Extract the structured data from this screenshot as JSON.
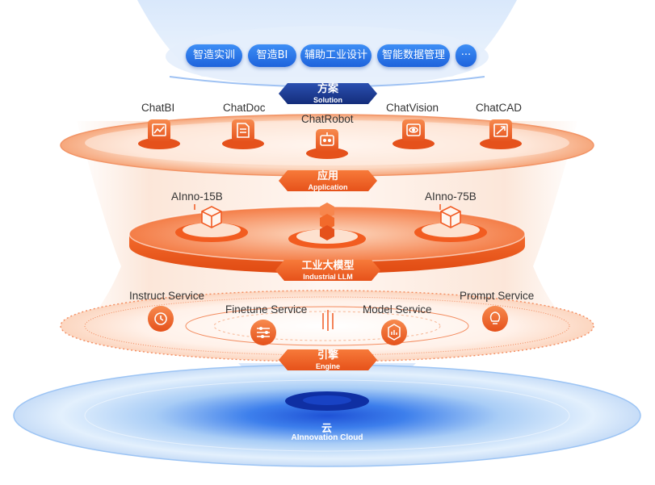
{
  "solution": {
    "pills": [
      "智造实训",
      "智造BI",
      "辅助工业设计",
      "智能数据管理",
      "···"
    ],
    "tag_zh": "方案",
    "tag_en": "Solution"
  },
  "application": {
    "apps": [
      {
        "name": "ChatBI",
        "icon": "chart-icon"
      },
      {
        "name": "ChatDoc",
        "icon": "document-icon"
      },
      {
        "name": "ChatRobot",
        "icon": "robot-icon"
      },
      {
        "name": "ChatVision",
        "icon": "eye-icon"
      },
      {
        "name": "ChatCAD",
        "icon": "cad-icon"
      }
    ],
    "tag_zh": "应用",
    "tag_en": "Application"
  },
  "llm": {
    "models": [
      "AInno-15B",
      "AInno-75B"
    ],
    "tag_zh": "工业大模型",
    "tag_en": "Industrial LLM"
  },
  "engine": {
    "services": [
      {
        "name": "Instruct Service",
        "icon": "timer-icon"
      },
      {
        "name": "Finetune Service",
        "icon": "sliders-icon"
      },
      {
        "name": "Model Service",
        "icon": "cube-chart-icon"
      },
      {
        "name": "Prompt Service",
        "icon": "lightbulb-icon"
      }
    ],
    "tag_zh": "引擎",
    "tag_en": "Engine"
  },
  "cloud": {
    "tag_zh": "云",
    "tag_en": "AInnovation Cloud"
  },
  "colors": {
    "orange": "#f15a22",
    "orange_light": "#fbd3bf",
    "blue": "#2a6fe6",
    "blue_light": "#cfe3fb",
    "navy": "#1a3a8c"
  }
}
